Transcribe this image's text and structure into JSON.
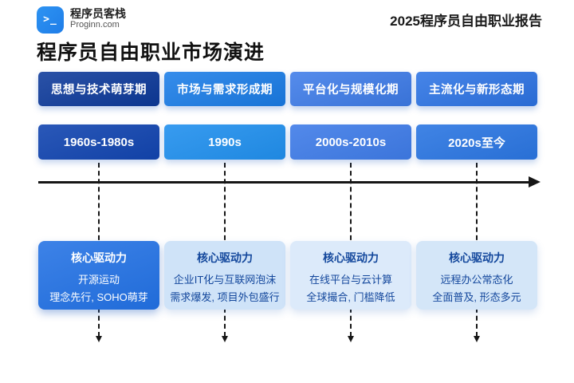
{
  "brand": {
    "name": "程序员客栈",
    "domain": "Proginn.com",
    "logo_icon": "terminal-prompt-icon",
    "logo_glyph": ">_"
  },
  "report_title": "2025程序员自由职业报告",
  "page_title": "程序员自由职业市场演进",
  "stages": [
    {
      "name": "思想与技术萌芽期",
      "period": "1960s-1980s",
      "driver_label": "核心驱动力",
      "driver_lines": [
        "开源运动",
        "理念先行, SOHO萌芽"
      ]
    },
    {
      "name": "市场与需求形成期",
      "period": "1990s",
      "driver_label": "核心驱动力",
      "driver_lines": [
        "企业IT化与互联网泡沫",
        "需求爆发, 项目外包盛行"
      ]
    },
    {
      "name": "平台化与规模化期",
      "period": "2000s-2010s",
      "driver_label": "核心驱动力",
      "driver_lines": [
        "在线平台与云计算",
        "全球撮合, 门槛降低"
      ]
    },
    {
      "name": "主流化与新形态期",
      "period": "2020s至今",
      "driver_label": "核心驱动力",
      "driver_lines": [
        "远程办公常态化",
        "全面普及, 形态多元"
      ]
    }
  ],
  "colors": {
    "brand_blue": "#2d93f2",
    "brand_blue_dark": "#1f7de8",
    "timeline_color": "#161616",
    "driver_text": "#13479c",
    "stage1_header": "#0d3a9b",
    "stage2_header": "#1a7de8",
    "stage3_header": "#3e7ce9",
    "stage4_header": "#2d74e5",
    "stage1_period": "#1245b0",
    "stage2_period": "#2190ee",
    "stage3_period": "#3f7ce8",
    "stage4_period": "#2b76e2",
    "stage1_driver_bg": "#2271e4",
    "stage2_driver_bg": "#cfe3f8",
    "stage3_driver_bg": "#dceafa",
    "stage4_driver_bg": "#d4e6f8"
  }
}
